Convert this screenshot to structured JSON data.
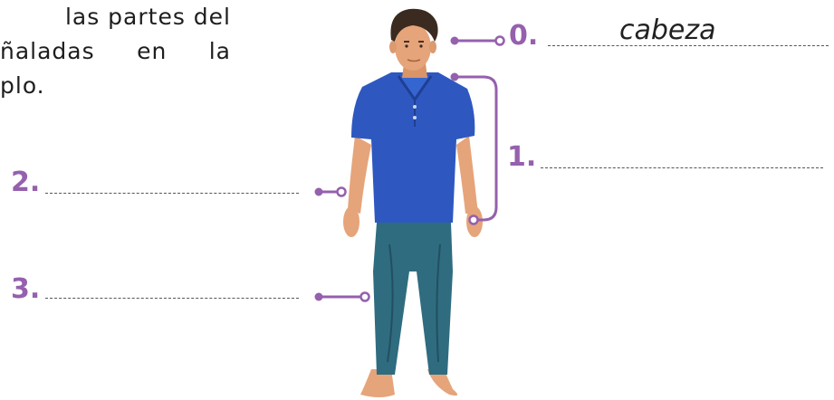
{
  "instructions": {
    "line1": "las partes del",
    "line2": "ñaladas en la",
    "line3": "plo."
  },
  "labels": [
    {
      "number": "0.",
      "answer": "cabeza"
    },
    {
      "number": "1.",
      "answer": ""
    },
    {
      "number": "2.",
      "answer": ""
    },
    {
      "number": "3.",
      "answer": ""
    }
  ],
  "colors": {
    "accent": "#9560ad",
    "shirt": "#2e58c0",
    "jeans": "#2f6c80",
    "skin": "#e6a47a",
    "hair": "#3b2a1f"
  }
}
